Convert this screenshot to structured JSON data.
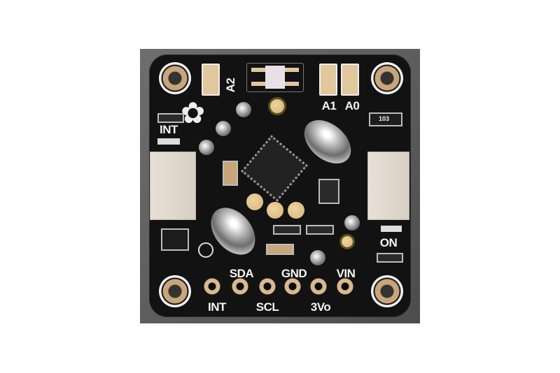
{
  "board": {
    "jumper_labels": {
      "a2": "A2",
      "a1": "A1",
      "a0": "A0"
    },
    "led_labels": {
      "int": "INT",
      "on": "ON"
    },
    "resistor_marking": "103",
    "pin_labels_top": [
      "SDA",
      "GND",
      "VIN"
    ],
    "pin_labels_bottom": [
      "INT",
      "SCL",
      "3Vo"
    ]
  },
  "colors": {
    "pcb": "#121212",
    "gold": "#d9b98d",
    "silkscreen": "#f4f4f4",
    "background": "#5e5e5e"
  }
}
